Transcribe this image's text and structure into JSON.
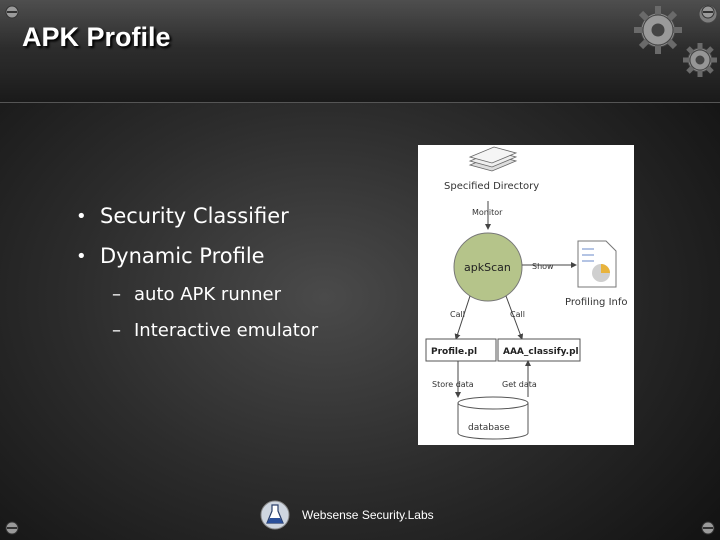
{
  "slide": {
    "title": "APK Profile",
    "bullets": [
      {
        "text": "Security Classifier"
      },
      {
        "text": "Dynamic Profile"
      }
    ],
    "subbullets": [
      {
        "text": "auto APK runner"
      },
      {
        "text": "Interactive emulator"
      }
    ]
  },
  "diagram": {
    "specified_directory": "Specified Directory",
    "monitor": "Monitor",
    "apkscan": "apkScan",
    "show": "Show",
    "profiling_info": "Profiling Info",
    "call_left": "Call",
    "call_right": "Call",
    "profile_pl": "Profile.pl",
    "aaa_classify": "AAA_classify.pl",
    "store_data": "Store data",
    "get_data": "Get data",
    "database": "database"
  },
  "footer": {
    "brand": "Websense Security.Labs"
  },
  "colors": {
    "apkscan_fill": "#b5c48a",
    "pie_accent": "#e8b33c"
  }
}
